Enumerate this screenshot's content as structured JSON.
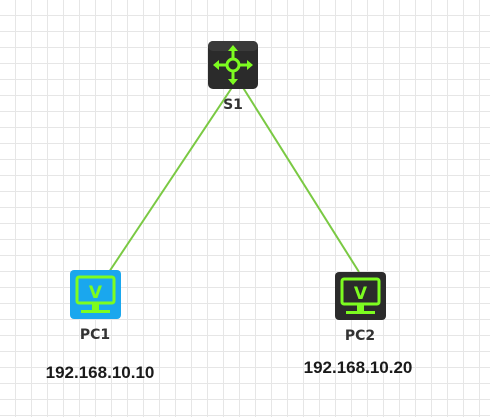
{
  "devices": {
    "s1": {
      "label": "S1",
      "type": "switch",
      "icon": "switch-icon",
      "color": "#2b2b2b",
      "symbol_color": "#7dfc20"
    },
    "pc1": {
      "label": "PC1",
      "type": "pc",
      "icon": "pc-monitor-icon",
      "color": "#1aa7ee",
      "symbol_color": "#7dfc20",
      "ip": "192.168.10.10"
    },
    "pc2": {
      "label": "PC2",
      "type": "pc",
      "icon": "pc-monitor-icon",
      "color": "#2b2b2b",
      "symbol_color": "#7dfc20",
      "ip": "192.168.10.20"
    }
  },
  "links": [
    {
      "from": "S1",
      "to": "PC1",
      "color": "#7ac943"
    },
    {
      "from": "S1",
      "to": "PC2",
      "color": "#7ac943"
    }
  ],
  "grid_color": "#e6e6e6"
}
